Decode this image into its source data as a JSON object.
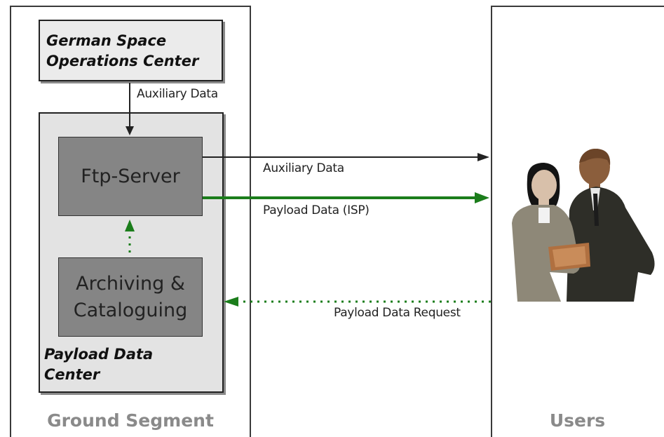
{
  "ground_segment": {
    "label": "Ground Segment",
    "gsoc": {
      "title": "German Space Operations Center"
    },
    "payload_data_center": {
      "label": "Payload Data Center",
      "ftp_server": "Ftp-Server",
      "archiving": "Archiving & Cataloguing"
    }
  },
  "users": {
    "label": "Users"
  },
  "flows": {
    "gsoc_to_ftp": "Auxiliary Data",
    "ftp_to_users_aux": "Auxiliary Data",
    "ftp_to_users_payload": "Payload Data (ISP)",
    "users_request": "Payload Data Request"
  },
  "colors": {
    "flow_green": "#1b7d1b",
    "flow_black": "#222222",
    "box_gray": "#858585",
    "segment_label": "#8a8a8a"
  }
}
